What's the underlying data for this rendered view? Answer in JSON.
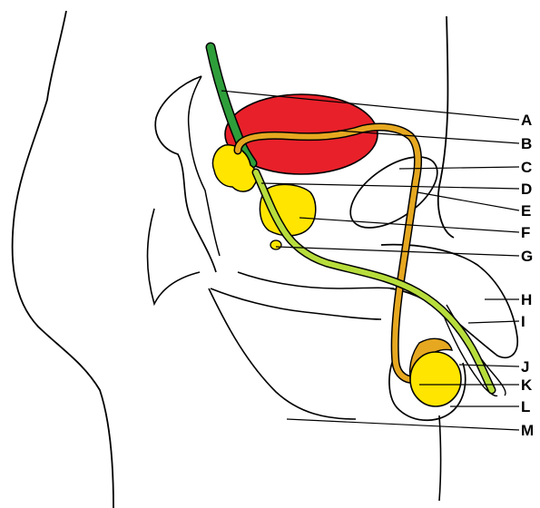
{
  "diagram": {
    "colors": {
      "bladder": "#e8202a",
      "ureter": "#2e9e3a",
      "vas_deferens": "#e6a820",
      "gland": "#ffe500",
      "urethra_tube": "#b7dd3c",
      "outline": "#000000"
    },
    "labels": [
      {
        "id": "A",
        "text": "A"
      },
      {
        "id": "B",
        "text": "B"
      },
      {
        "id": "C",
        "text": "C"
      },
      {
        "id": "D",
        "text": "D"
      },
      {
        "id": "E",
        "text": "E"
      },
      {
        "id": "F",
        "text": "F"
      },
      {
        "id": "G",
        "text": "G"
      },
      {
        "id": "H",
        "text": "H"
      },
      {
        "id": "I",
        "text": "I"
      },
      {
        "id": "J",
        "text": "J"
      },
      {
        "id": "K",
        "text": "K"
      },
      {
        "id": "L",
        "text": "L"
      },
      {
        "id": "M",
        "text": "M"
      }
    ]
  }
}
